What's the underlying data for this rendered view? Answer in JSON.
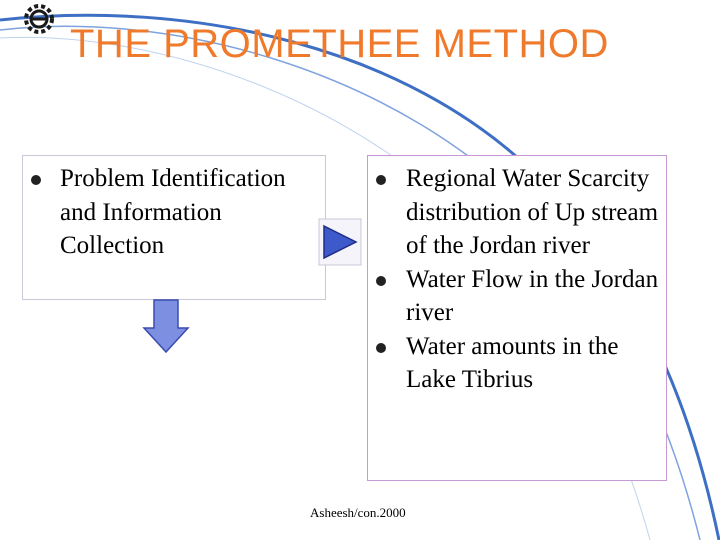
{
  "slide": {
    "title": "THE PROMETHEE METHOD",
    "left_box": {
      "items": [
        "Problem Identification and Information Collection"
      ]
    },
    "right_box": {
      "items": [
        "Regional Water Scarcity distribution of Up stream of the Jordan river",
        "Water Flow in the Jordan river",
        "Water amounts in the Lake Tibrius"
      ]
    },
    "footer": "Asheesh/con.2000"
  },
  "colors": {
    "title": "#f07a2c",
    "swoosh": "#3d6fc4",
    "arrow_fill": "#3e59c9",
    "right_box_border": "#c79ad6"
  },
  "icons": {
    "logo": "gear-logo-icon",
    "right_arrow": "play-arrow-icon",
    "down_arrow": "down-arrow-icon"
  }
}
